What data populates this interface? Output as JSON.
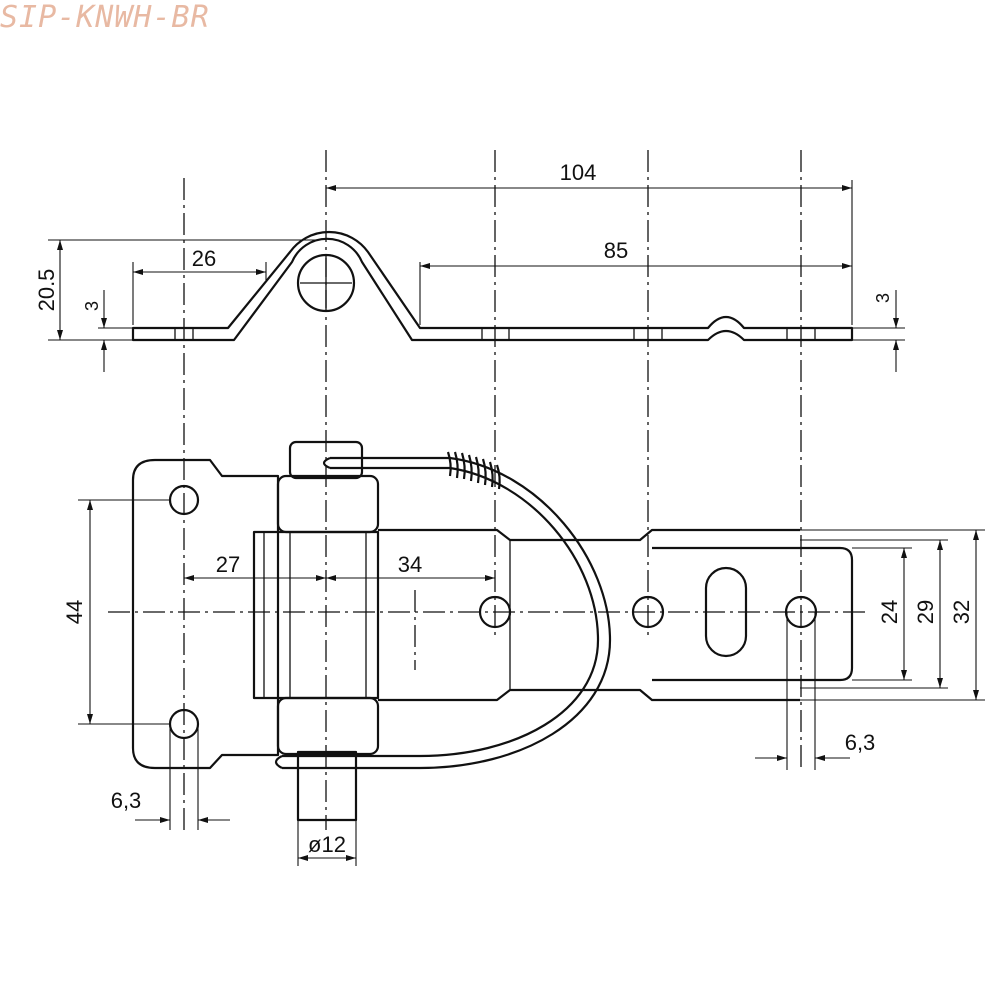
{
  "watermark": "SIP-KNWH-BR",
  "dimensions": {
    "overall_length": "104",
    "slot_length": "85",
    "left_plate": "26",
    "height_total": "20.5",
    "thickness_left": "3",
    "thickness_right": "3",
    "hole_pitch_vertical": "44",
    "offset_27": "27",
    "offset_34": "34",
    "width_24": "24",
    "width_29": "29",
    "width_32": "32",
    "hole_dia_right": "6,3",
    "hole_dia_left": "6,3",
    "pin_diameter": "ø12"
  }
}
